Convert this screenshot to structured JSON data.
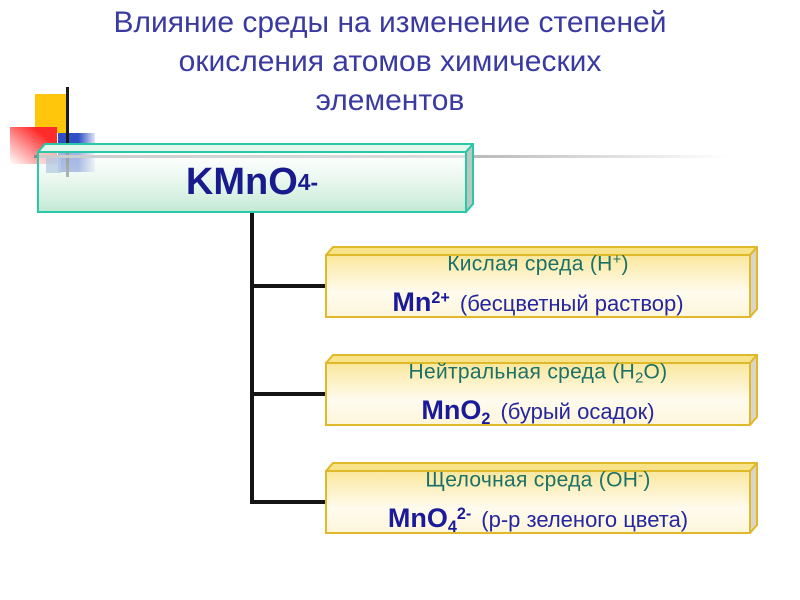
{
  "slide": {
    "title_lines": [
      "Влияние среды на изменение степеней",
      "окисления атомов химических",
      "элементов"
    ]
  },
  "root_box": {
    "formula_base": "KMnO",
    "formula_sub": "4",
    "formula_sup": "-"
  },
  "branches": [
    {
      "medium_pre": "Кислая среда (H",
      "medium_sub": "",
      "medium_sup": "+",
      "medium_post": ")",
      "formula_base": "Mn",
      "formula_sub": "",
      "formula_sup": "2+",
      "note": "(бесцветный раствор)"
    },
    {
      "medium_pre": "Нейтральная среда (H",
      "medium_sub": "2",
      "medium_sup": "",
      "medium_post": "O)",
      "formula_base": "MnO",
      "formula_sub": "2",
      "formula_sup": "",
      "note": "(бурый осадок)"
    },
    {
      "medium_pre": "Щелочная среда (OH",
      "medium_sub": "",
      "medium_sup": "-",
      "medium_post": ")",
      "formula_base": "MnO",
      "formula_sub": "4",
      "formula_sup": "2-",
      "note": "(р-р зеленого цвета)"
    }
  ],
  "colors": {
    "title_text": "#3A3AA0",
    "formula_text": "#1B1B99",
    "medium_heading_text": "#1A7168",
    "teal_box_border": "#2BC8A8",
    "yellow_box_border": "#DFB92A",
    "connector": "#141414",
    "decor_yellow": "#FFC60B",
    "decor_red": "#FF2A2A",
    "decor_blue": "#2F4FC4",
    "gray_rule": "#888888"
  }
}
